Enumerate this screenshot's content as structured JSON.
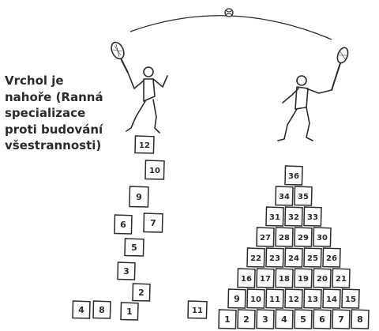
{
  "caption": {
    "lines": [
      "Vrchol je",
      "nahoře (Ranná",
      "specializace",
      "proti budování",
      "všestrannosti)"
    ]
  },
  "colors": {
    "ink": "#2b2b2b",
    "paper": "#ffffff"
  },
  "icons": [
    "tennis-ball-icon",
    "tennis-racket-icon",
    "stick-figure-player-icon"
  ],
  "left_stack_blocks": [
    "12",
    "10",
    "9",
    "6",
    "7",
    "5",
    "3",
    "2",
    "1"
  ],
  "loose_blocks_left": [
    "4",
    "8"
  ],
  "loose_block_middle": "11",
  "pyramid_rows": [
    [
      "36"
    ],
    [
      "34",
      "35"
    ],
    [
      "31",
      "32",
      "33"
    ],
    [
      "27",
      "28",
      "29",
      "30"
    ],
    [
      "22",
      "23",
      "24",
      "25",
      "26"
    ],
    [
      "16",
      "17",
      "18",
      "19",
      "20",
      "21"
    ],
    [
      "9",
      "10",
      "11",
      "12",
      "13",
      "14",
      "15"
    ],
    [
      "1",
      "2",
      "3",
      "4",
      "5",
      "6",
      "7",
      "8"
    ]
  ]
}
